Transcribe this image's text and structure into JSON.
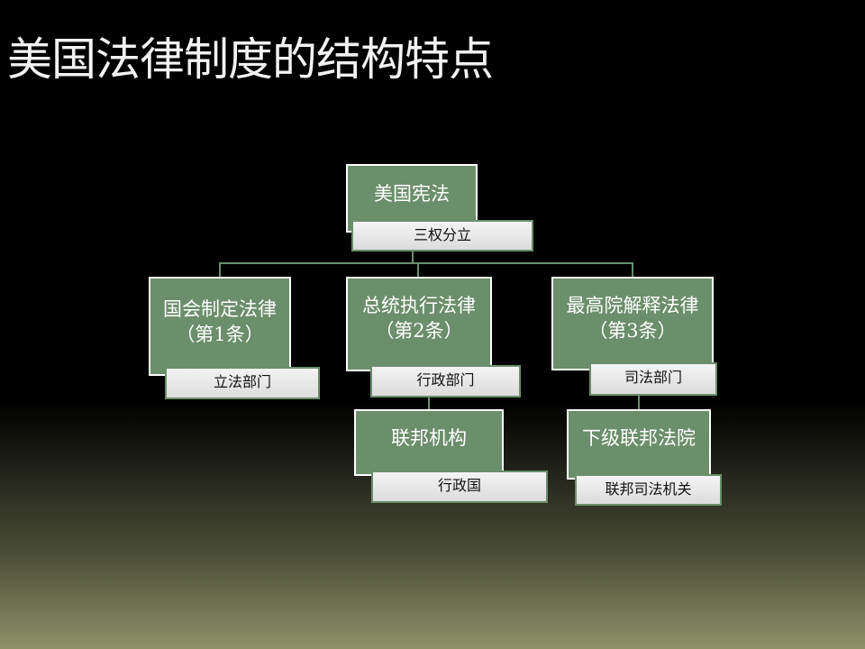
{
  "title": "美国法律制度的结构特点",
  "nodes": {
    "root": {
      "label": "美国宪法",
      "tag": "三权分立"
    },
    "congress": {
      "line1": "国会制定法律",
      "line2": "（第1条）",
      "tag": "立法部门"
    },
    "president": {
      "line1": "总统执行法律",
      "line2": "（第2条）",
      "tag": "行政部门"
    },
    "court": {
      "line1": "最高院解释法律",
      "line2": "（第3条）",
      "tag": "司法部门"
    },
    "agency": {
      "label": "联邦机构",
      "tag": "行政国"
    },
    "lower_court": {
      "label": "下级联邦法院",
      "tag": "联邦司法机关"
    }
  }
}
